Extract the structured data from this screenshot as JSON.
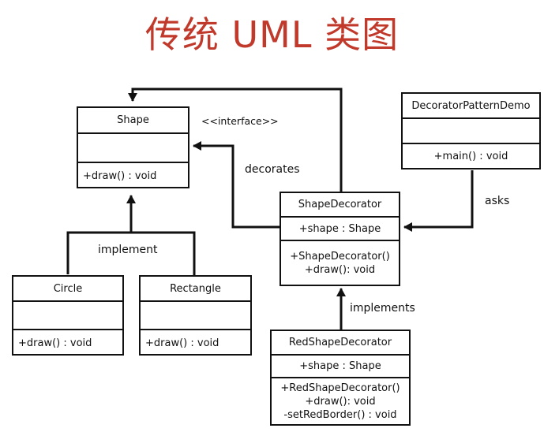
{
  "title": "传统 UML 类图",
  "labels": {
    "interface": "<<interface>>",
    "decorates": "decorates",
    "asks": "asks",
    "implement": "implement",
    "implements": "implements"
  },
  "classes": {
    "shape": {
      "name": "Shape",
      "methods": [
        "+draw() : void"
      ]
    },
    "circle": {
      "name": "Circle",
      "methods": [
        "+draw() : void"
      ]
    },
    "rectangle": {
      "name": "Rectangle",
      "methods": [
        "+draw() : void"
      ]
    },
    "shape_decorator": {
      "name": "ShapeDecorator",
      "attributes": [
        "+shape : Shape"
      ],
      "methods": [
        "+ShapeDecorator()",
        "+draw(): void"
      ]
    },
    "red_shape_decorator": {
      "name": "RedShapeDecorator",
      "attributes": [
        "+shape : Shape"
      ],
      "methods": [
        "+RedShapeDecorator()",
        "+draw(): void",
        "-setRedBorder() : void"
      ]
    },
    "demo": {
      "name": "DecoratorPatternDemo",
      "methods": [
        "+main() : void"
      ]
    }
  },
  "colors": {
    "title": "#c0392b",
    "line": "#111111"
  }
}
